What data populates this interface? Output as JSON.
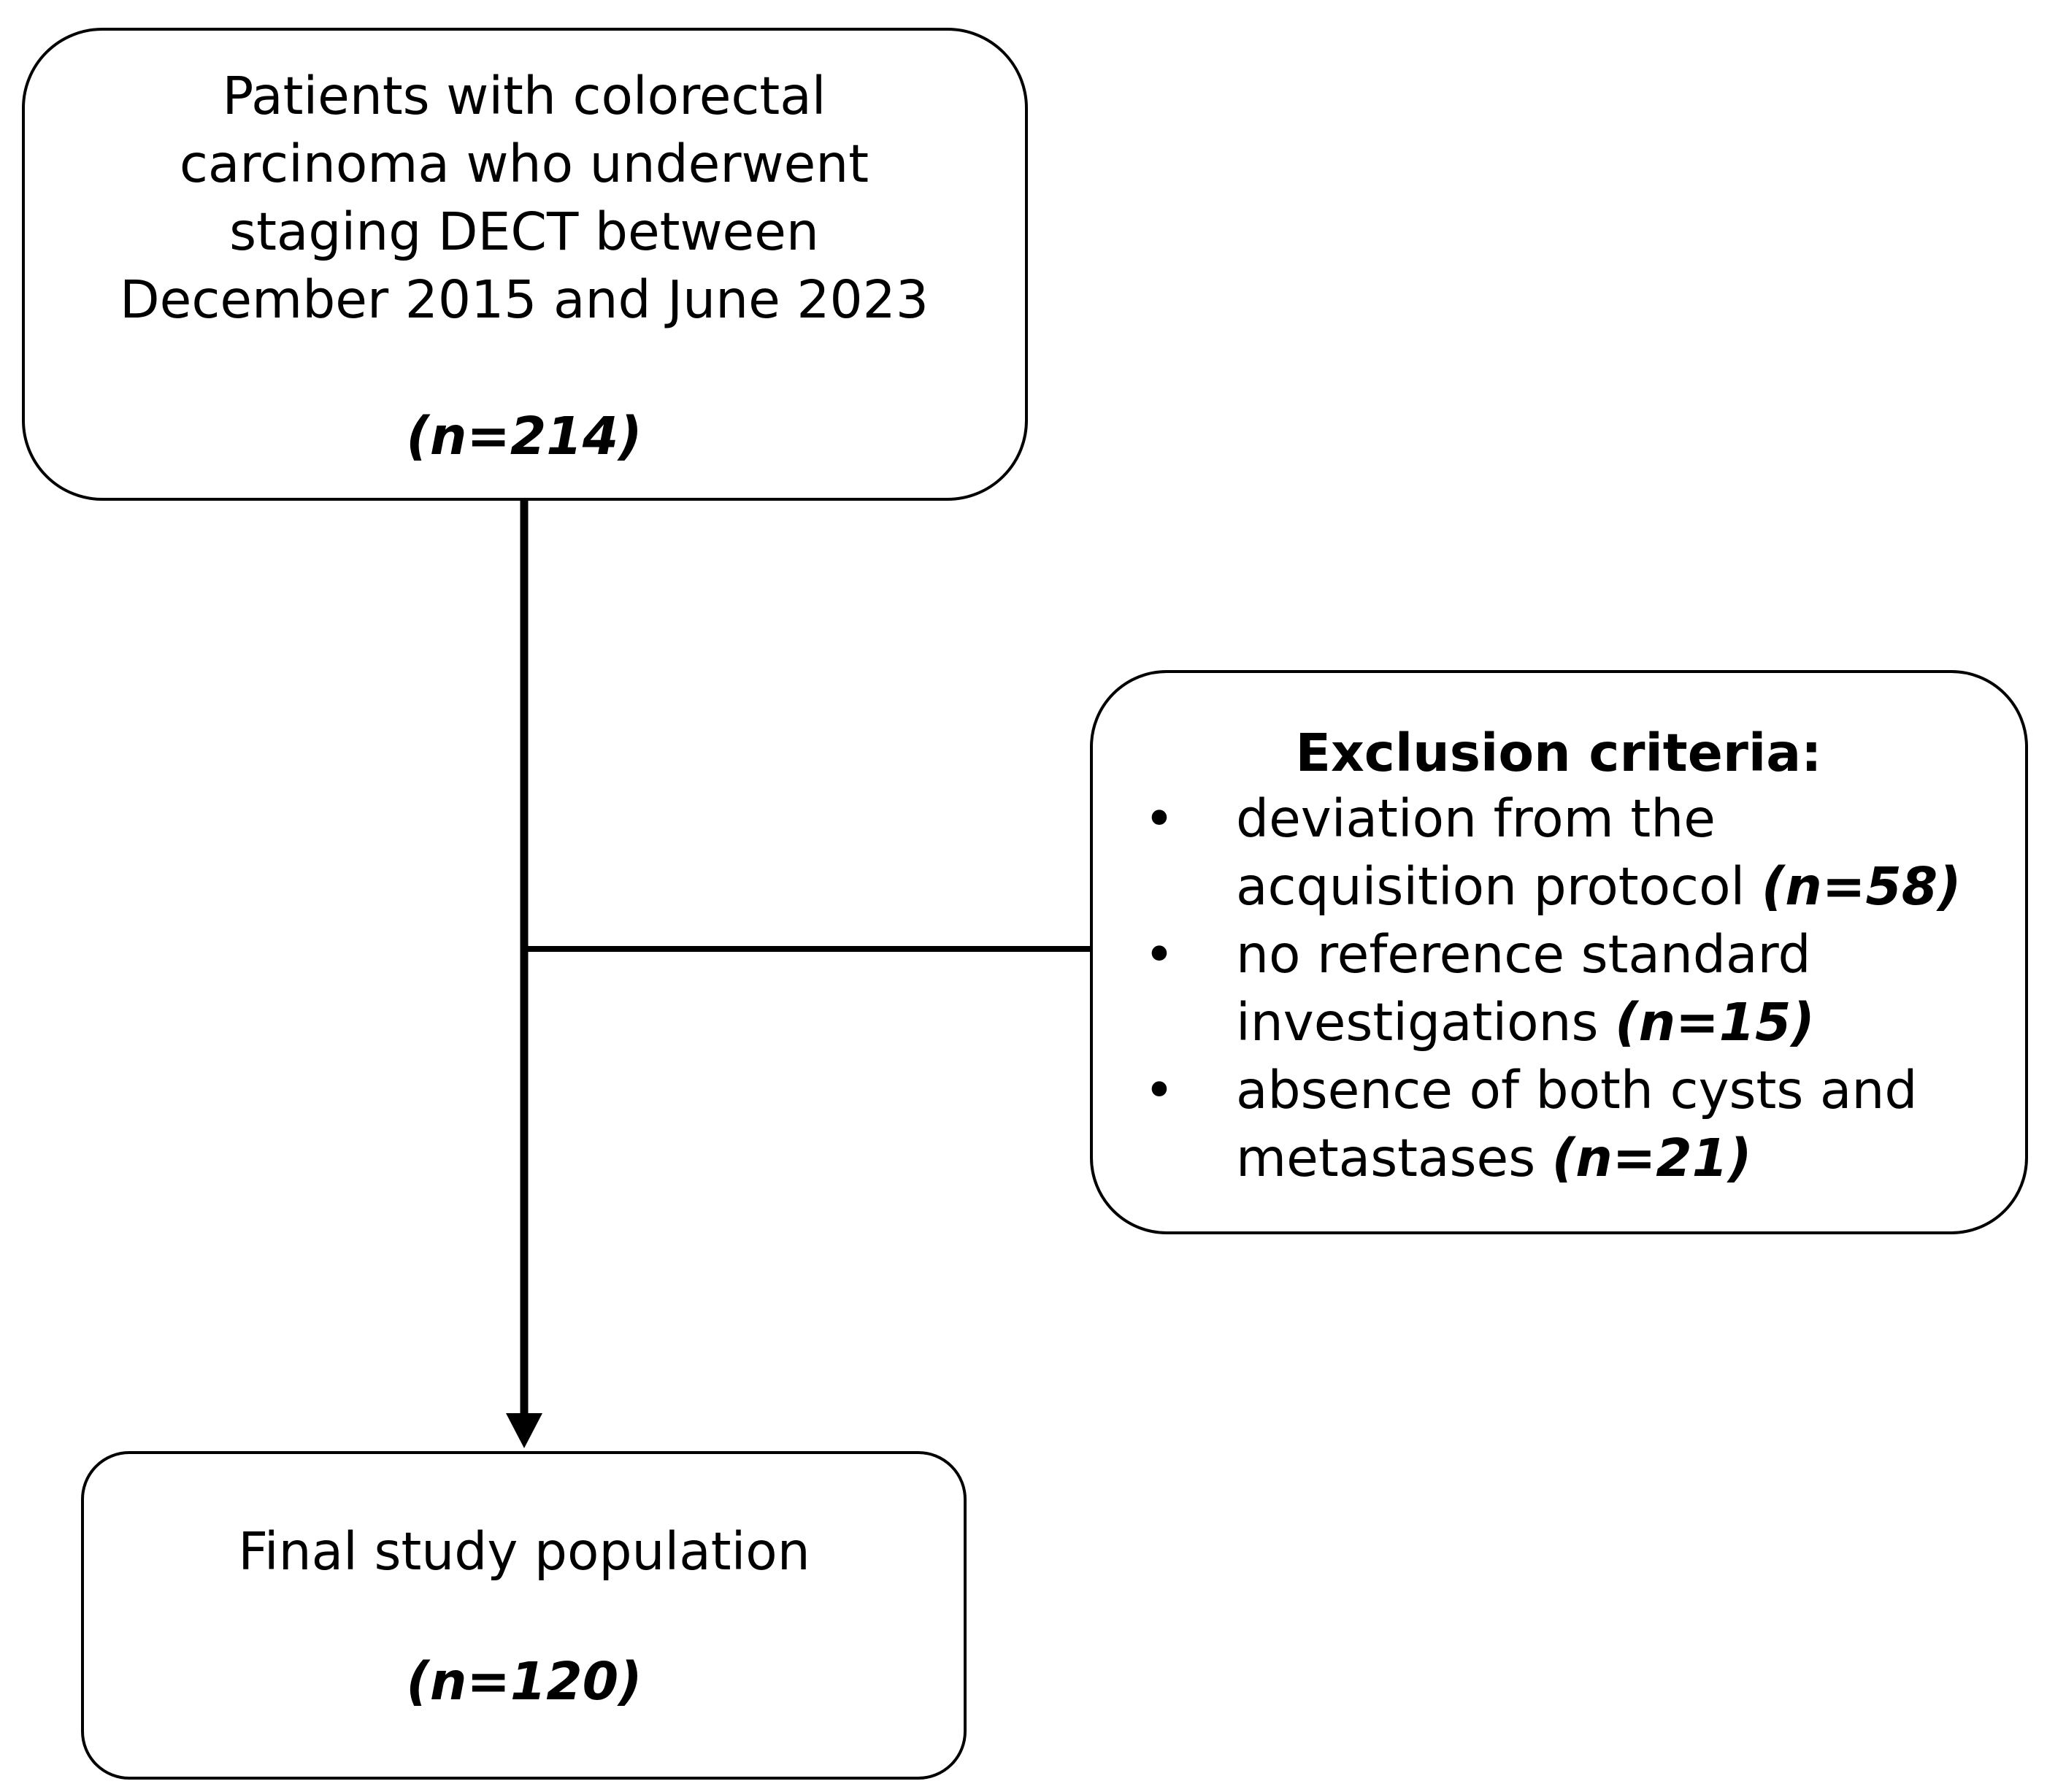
{
  "top_box": {
    "lines": [
      "Patients with colorectal",
      "carcinoma who underwent",
      "staging DECT between",
      "December 2015 and June 2023"
    ],
    "count": "(n=214)"
  },
  "exclusion_box": {
    "title": "Exclusion criteria:",
    "bullet_symbol": "•",
    "items": [
      {
        "line1": "deviation from the",
        "line2": "acquisition protocol",
        "count": "(n=58)"
      },
      {
        "line1": "no reference standard",
        "line2": "investigations",
        "count": "(n=15)"
      },
      {
        "line1": "absence of both cysts and",
        "line2": "metastases",
        "count": "(n=21)"
      }
    ]
  },
  "final_box": {
    "label": "Final study population",
    "count": "(n=120)"
  }
}
